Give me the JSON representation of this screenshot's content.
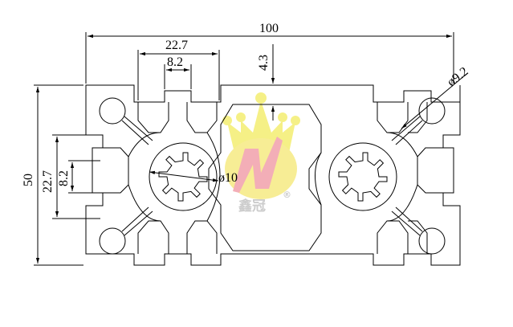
{
  "drawing": {
    "dimensions": {
      "overall_width": "100",
      "overall_height": "50",
      "slot_outer_width": "22.7",
      "slot_opening_width": "8.2",
      "slot_depth": "4.3",
      "side_slot_outer_width": "22.7",
      "side_slot_opening_width": "8.2",
      "center_hole_diameter": "ø10",
      "corner_hole_diameter": "ø9.2"
    },
    "watermark": {
      "brand_name": "鑫冠",
      "registered_mark": "®",
      "colors": {
        "crown": "#f5ef7a",
        "pink": "#f2a6b0",
        "yellow": "#f7ec8a"
      }
    },
    "colors": {
      "line": "#000000",
      "background": "#ffffff"
    }
  }
}
